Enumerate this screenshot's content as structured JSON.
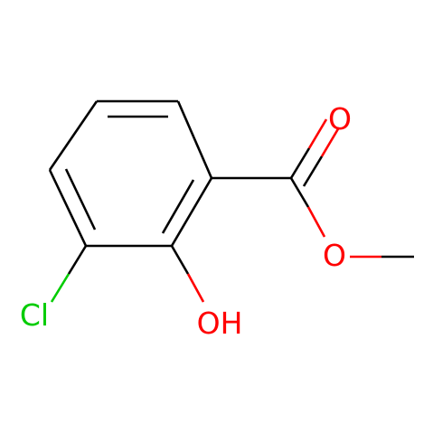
{
  "molecule": {
    "atoms": [
      {
        "id": "ring1",
        "element": "C"
      },
      {
        "id": "ring2",
        "element": "C"
      },
      {
        "id": "ring3",
        "element": "C"
      },
      {
        "id": "ring4",
        "element": "C"
      },
      {
        "id": "ring5",
        "element": "C"
      },
      {
        "id": "ring6",
        "element": "C"
      },
      {
        "id": "carbonyl_c",
        "element": "C"
      },
      {
        "id": "carbonyl_o",
        "element": "O",
        "label": "O"
      },
      {
        "id": "ester_o",
        "element": "O",
        "label": "O"
      },
      {
        "id": "methyl_c",
        "element": "C"
      },
      {
        "id": "hydroxyl_o",
        "element": "O",
        "label": "OH"
      },
      {
        "id": "chlorine",
        "element": "Cl",
        "label": "Cl"
      }
    ],
    "bonds": [
      {
        "from": "ring1",
        "to": "ring2",
        "order": 2
      },
      {
        "from": "ring2",
        "to": "ring3",
        "order": 1
      },
      {
        "from": "ring3",
        "to": "ring4",
        "order": 2
      },
      {
        "from": "ring4",
        "to": "ring5",
        "order": 1
      },
      {
        "from": "ring5",
        "to": "ring6",
        "order": 2
      },
      {
        "from": "ring6",
        "to": "ring1",
        "order": 1
      },
      {
        "from": "ring6",
        "to": "carbonyl_c",
        "order": 1
      },
      {
        "from": "carbonyl_c",
        "to": "carbonyl_o",
        "order": 2
      },
      {
        "from": "carbonyl_c",
        "to": "ester_o",
        "order": 1
      },
      {
        "from": "ester_o",
        "to": "methyl_c",
        "order": 1
      },
      {
        "from": "ring5",
        "to": "hydroxyl_o",
        "order": 1
      },
      {
        "from": "ring4",
        "to": "chlorine",
        "order": 1
      }
    ]
  },
  "labels": {
    "carbonyl_o": "O",
    "ester_o": "O",
    "hydroxyl": "OH",
    "chlorine": "Cl"
  },
  "colors": {
    "bond": "#000000",
    "oxygen": "#ff0000",
    "chlorine": "#00cc00",
    "background": "#ffffff"
  }
}
